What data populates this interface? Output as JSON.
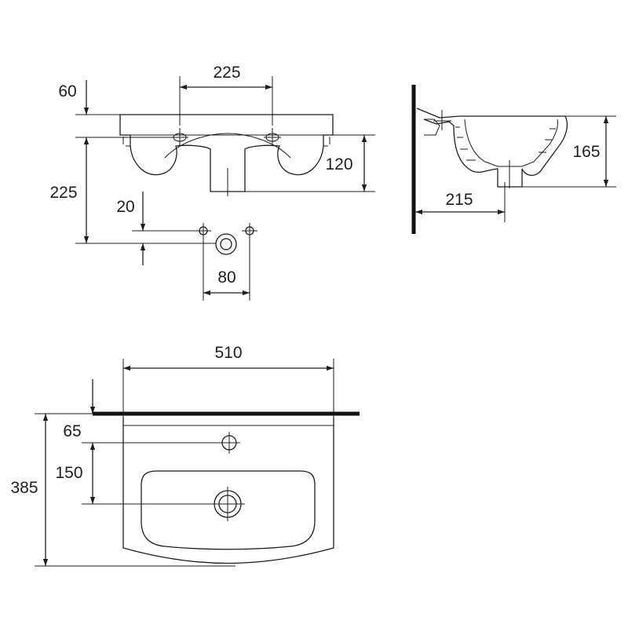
{
  "front_view": {
    "overflow_spacing": "225",
    "top_to_tap_hole": "60",
    "bowl_depth": "120",
    "overall_drop": "225",
    "waste_offset": "20",
    "fixing_spacing": "80"
  },
  "side_view": {
    "depth": "165",
    "projection": "215"
  },
  "plan_view": {
    "width": "510",
    "length": "385",
    "tap_setback": "65",
    "tap_to_waste": "150"
  },
  "colors": {
    "line": "#1e1e1e",
    "background": "#ffffff"
  }
}
